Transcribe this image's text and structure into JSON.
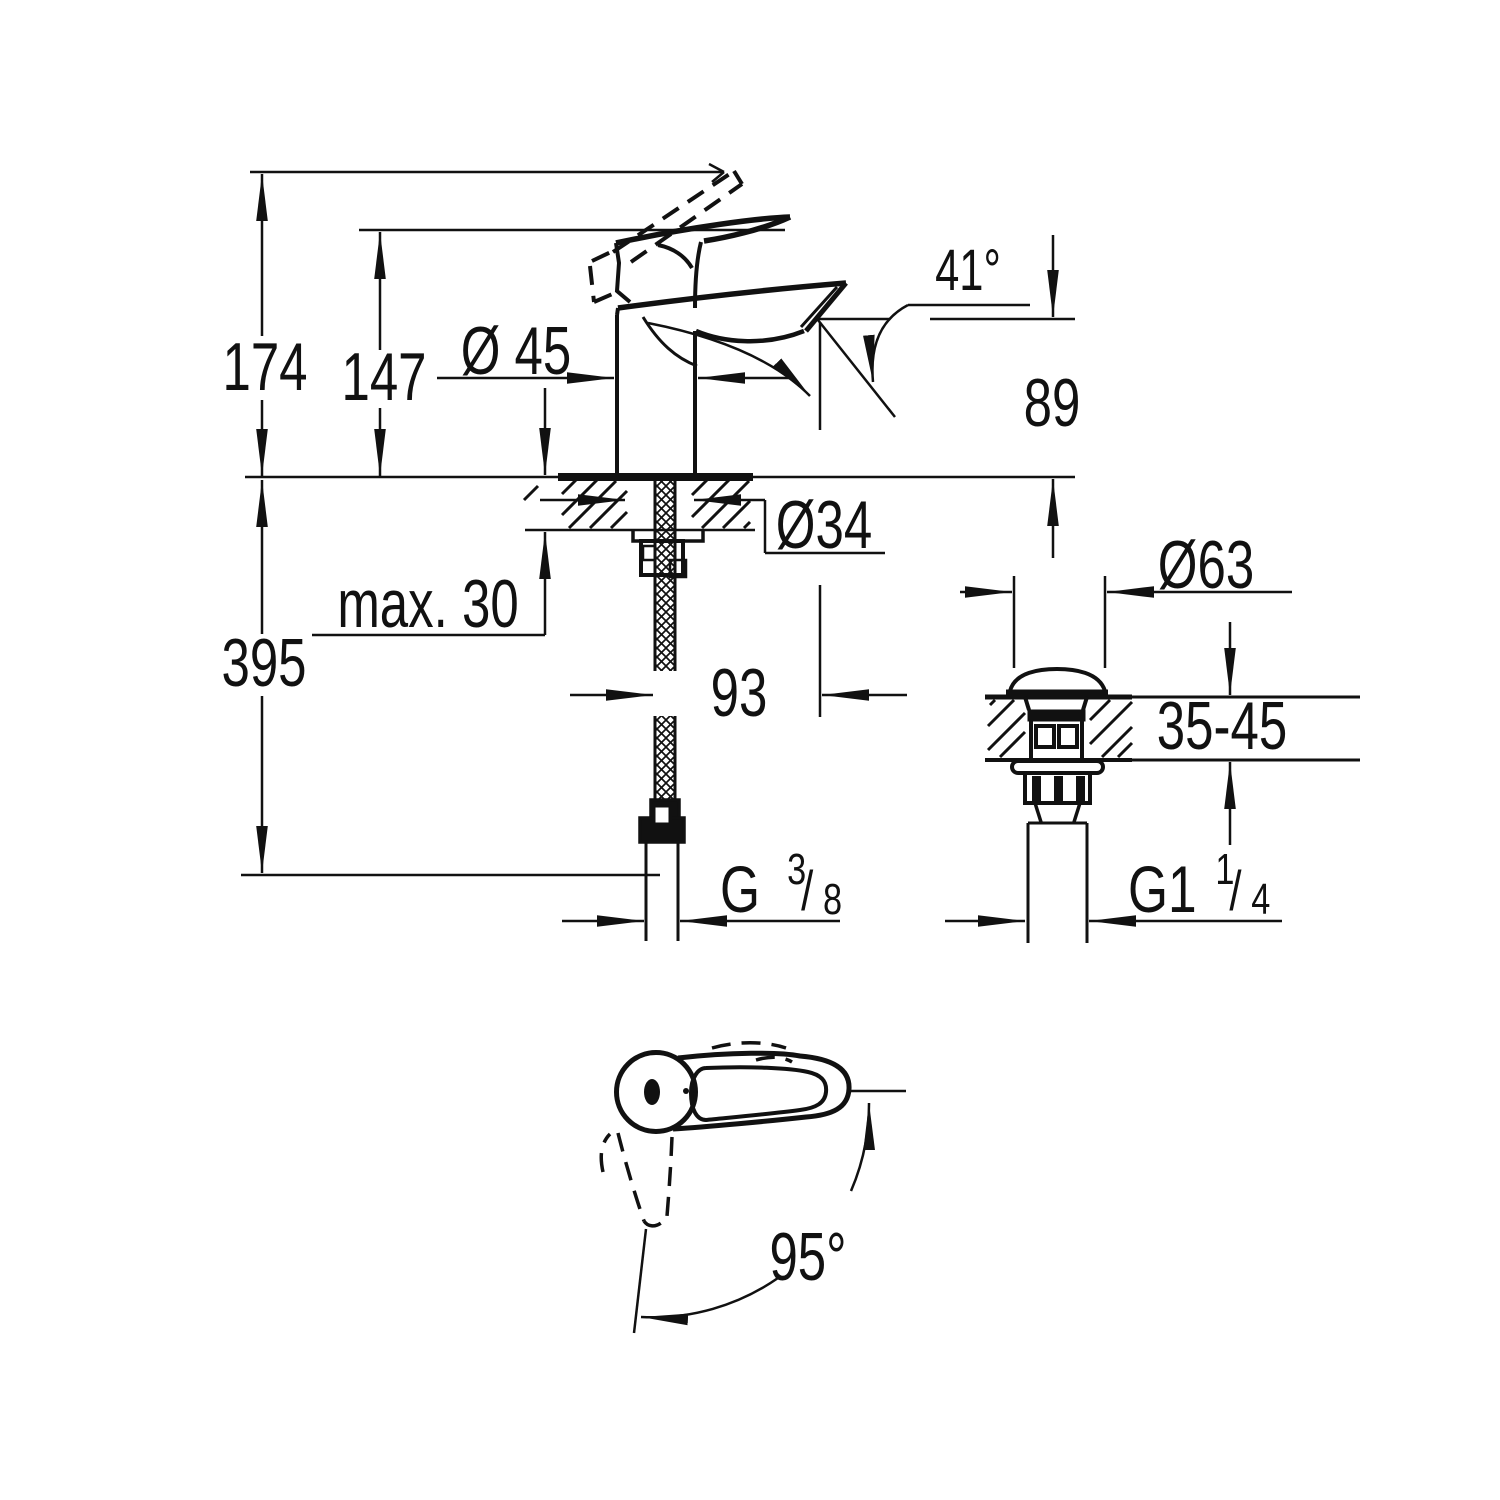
{
  "drawing": {
    "type": "technical-dimension-drawing",
    "subject": "single-lever basin mixer faucet with pop-up waste",
    "colors": {
      "line": "#111111",
      "background": "#ffffff"
    },
    "labels": {
      "height_total": "174",
      "height_body": "147",
      "base_diameter": "Ø 45",
      "spout_angle": "41°",
      "spout_outlet_height": "89",
      "hole_diameter": "Ø34",
      "deck_thickness_max": "max. 30",
      "hose_length": "395",
      "spout_reach": "93",
      "waste_cap_diameter": "Ø63",
      "waste_deck_range": "35-45",
      "handle_swivel_angle": "95°",
      "supply_thread": {
        "main": "G",
        "sup": "3",
        "slash": "/",
        "sub": "8"
      },
      "waste_thread": {
        "main": "G1",
        "sup": "1",
        "slash": "/",
        "sub": "4"
      }
    }
  }
}
